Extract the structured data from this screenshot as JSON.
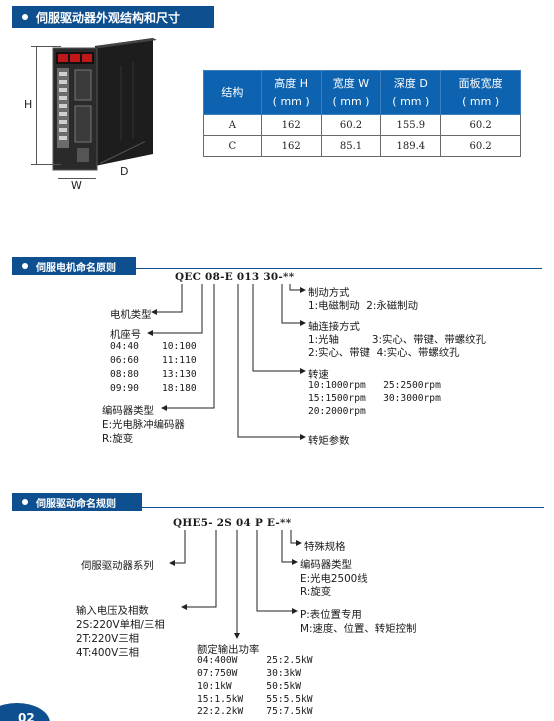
{
  "sections": {
    "appearance_title": "伺服驱动器外观结构和尺寸",
    "motor_title": "伺服电机命名原则",
    "driver_title": "伺服驱动命名规则"
  },
  "appearance": {
    "dim_h": "H",
    "dim_w": "W",
    "dim_d": "D",
    "table": {
      "headers": [
        {
          "line1": "结构",
          "line2": ""
        },
        {
          "line1": "高度 H",
          "line2": "( mm )"
        },
        {
          "line1": "宽度 W",
          "line2": "( mm )"
        },
        {
          "line1": "深度 D",
          "line2": "( mm )"
        },
        {
          "line1": "面板宽度",
          "line2": "( mm )"
        }
      ],
      "rows": [
        [
          "A",
          "162",
          "60.2",
          "155.9",
          "60.2"
        ],
        [
          "C",
          "162",
          "85.1",
          "189.4",
          "60.2"
        ]
      ]
    }
  },
  "motor": {
    "code": "QEC 08-E 013 30-**",
    "brake_title": "制动方式",
    "brake_options": "1:电磁制动  2:永磁制动",
    "shaft_title": "轴连接方式",
    "shaft_line1": "1:光轴          3:实心、带键、带螺纹孔",
    "shaft_line2": "2:实心、带键  4:实心、带螺纹孔",
    "type_label": "电机类型",
    "frame_title": "机座号",
    "frame_rows": [
      "04:40    10:100",
      "06:60    11:110",
      "08:80    13:130",
      "09:90    18:180"
    ],
    "speed_title": "转速",
    "speed_rows": [
      "10:1000rpm   25:2500rpm",
      "15:1500rpm   30:3000rpm",
      "20:2000rpm"
    ],
    "encoder_title": "编码器类型",
    "encoder_line1": "E:光电脉冲编码器",
    "encoder_line2": "R:旋变",
    "torque_label": "转矩参数"
  },
  "driver": {
    "code": "QHE5- 2S 04 P E-**",
    "special_label": "特殊规格",
    "encoder_title": "编码器类型",
    "encoder_line1": "E:光电2500线",
    "encoder_line2": "R:旋变",
    "series_label": "伺服驱动器系列",
    "control_line1": "P:表位置专用",
    "control_line2": "M:速度、位置、转矩控制",
    "voltage_title": "输入电压及相数",
    "voltage_rows": [
      "2S:220V单相/三相",
      "2T:220V三相",
      "4T:400V三相"
    ],
    "power_title": "额定输出功率",
    "power_rows": [
      "04:400W     25:2.5kW",
      "07:750W     30:3kW",
      "10:1kW      50:5kW",
      "15:1.5kW    55:5.5kW",
      "22:2.2kW    75:7.5kW"
    ]
  },
  "page_number": "02"
}
